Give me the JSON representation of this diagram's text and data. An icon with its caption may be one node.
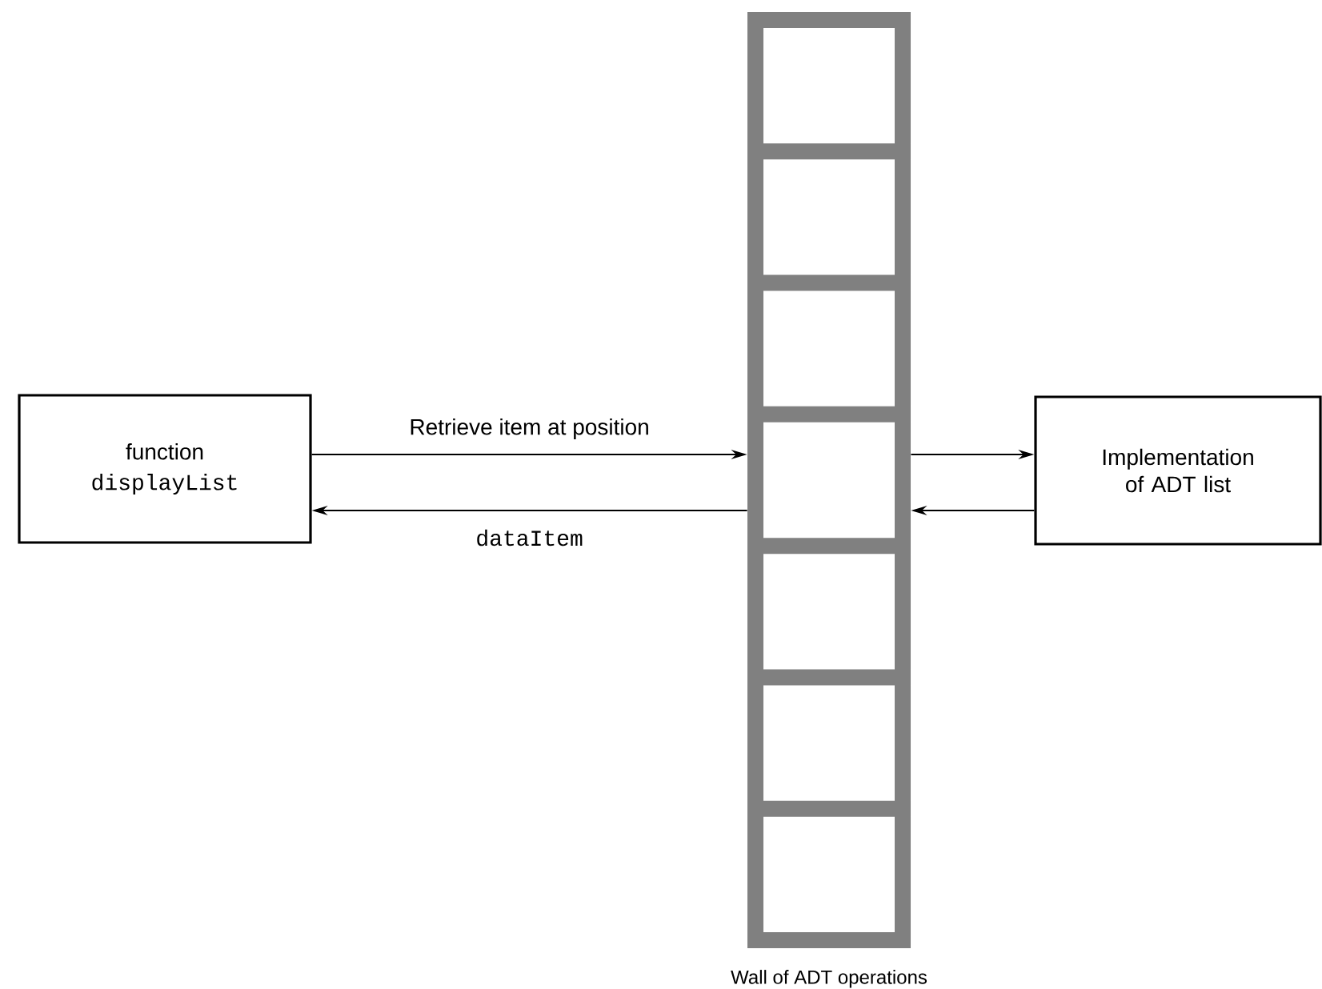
{
  "diagram": {
    "nodes": [
      {
        "text": [
          "function",
          "displayList"
        ]
      },
      {
        "text": [
          "Wall of ADT operations"
        ]
      },
      {
        "text": [
          "Implementation of ADT list"
        ]
      }
    ],
    "edges": [
      {
        "from": 0,
        "to": 1,
        "arrow": "to",
        "label": "Retrieve item at position"
      },
      {
        "from": 1,
        "to": 0,
        "arrow": "to",
        "label": "dataItem"
      },
      {
        "from": 1,
        "to": 2,
        "arrow": "to"
      },
      {
        "from": 2,
        "to": 1,
        "arrow": "to"
      }
    ]
  }
}
